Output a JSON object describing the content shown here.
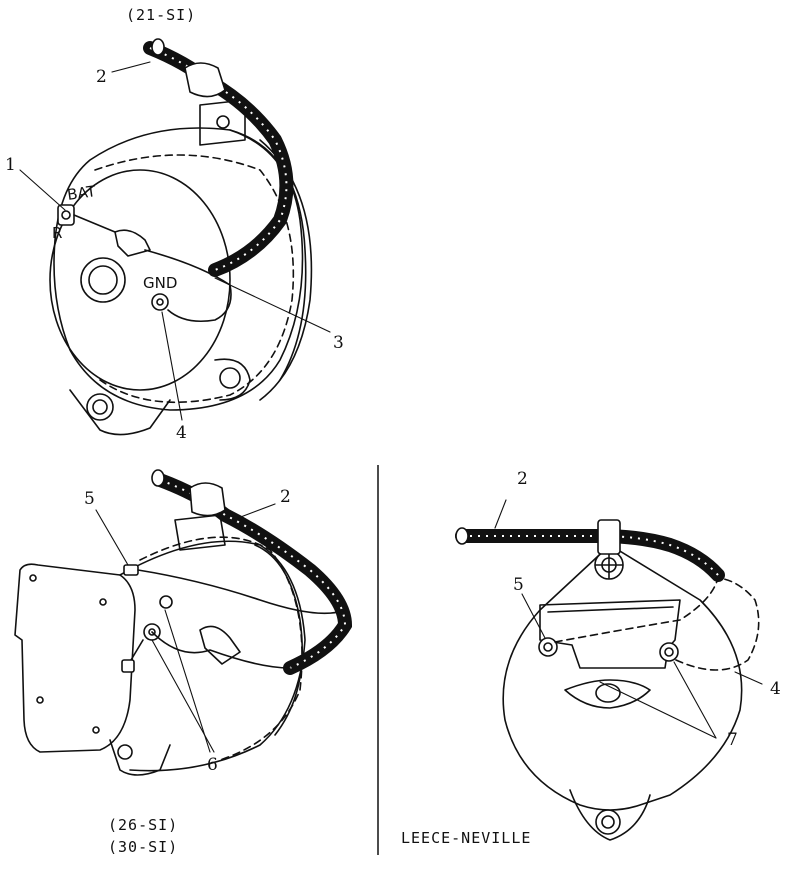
{
  "diagram": {
    "top_caption": "(21-SI)",
    "bottom_left_caption_1": "(26-SI)",
    "bottom_left_caption_2": "(30-SI)",
    "bottom_right_caption": "LEECE-NEVILLE",
    "terminal_labels": {
      "bat": "BAT",
      "r": "R",
      "gnd": "GND"
    },
    "callouts": {
      "top": [
        "1",
        "2",
        "3",
        "4"
      ],
      "bottom_left": [
        "5",
        "2",
        "6"
      ],
      "bottom_right": [
        "2",
        "5",
        "4",
        "7"
      ]
    }
  },
  "colors": {
    "ink": "#111111",
    "background": "#ffffff"
  }
}
